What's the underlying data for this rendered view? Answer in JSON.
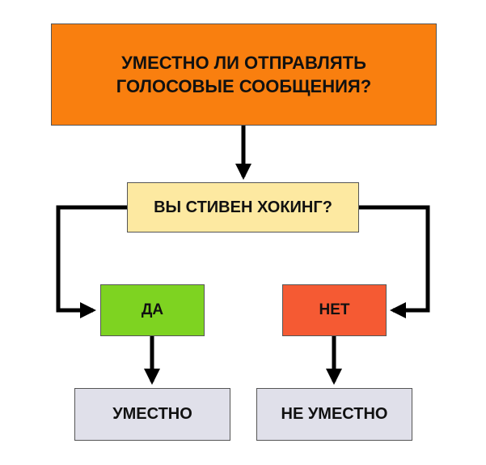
{
  "diagram": {
    "main_question": {
      "line1": "УМЕСТНО ЛИ ОТПРАВЛЯТЬ",
      "line2": "ГОЛОСОВЫЕ СООБЩЕНИЯ?"
    },
    "sub_question": "ВЫ СТИВЕН ХОКИНГ?",
    "yes_label": "ДА",
    "no_label": "НЕТ",
    "yes_result": "УМЕСТНО",
    "no_result": "НЕ УМЕСТНО"
  },
  "colors": {
    "main_question_fill": "#f97f0f",
    "sub_question_fill": "#fde9a1",
    "yes_fill": "#7ed321",
    "no_fill": "#f55a33",
    "result_fill": "#e0e0ea",
    "connector": "#000000"
  }
}
